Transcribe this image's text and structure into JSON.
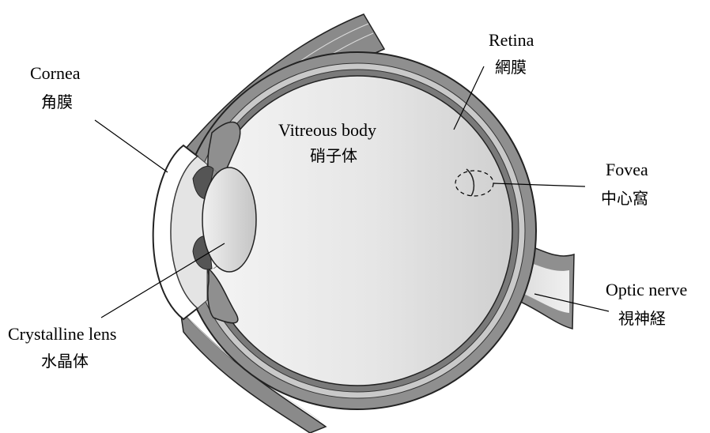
{
  "labels": {
    "cornea": {
      "en": "Cornea",
      "ja": "角膜"
    },
    "retina": {
      "en": "Retina",
      "ja": "網膜"
    },
    "vitreous": {
      "en": "Vitreous body",
      "ja": "硝子体"
    },
    "fovea": {
      "en": "Fovea",
      "ja": "中心窩"
    },
    "optic_nerve": {
      "en": "Optic nerve",
      "ja": "視神経"
    },
    "lens": {
      "en": "Crystalline lens",
      "ja": "水晶体"
    }
  }
}
